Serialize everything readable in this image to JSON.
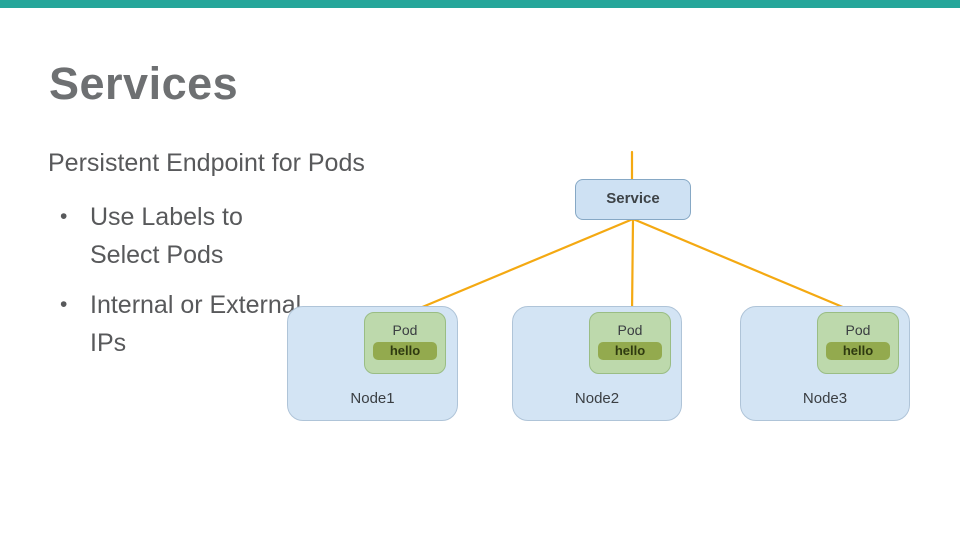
{
  "slide": {
    "title": "Services",
    "intro": "Persistent Endpoint for Pods",
    "bullet_char": "•",
    "bullets": [
      {
        "label": "Use Labels to Select Pods"
      },
      {
        "label": "Internal or External IPs"
      }
    ],
    "accent_bar_color": "#26A69A",
    "title_color": "#6E7072",
    "body_text_color": "#58595B"
  },
  "diagram": {
    "service": {
      "label": "Service"
    },
    "nodes": [
      {
        "name": "Node1",
        "pod": {
          "label": "Pod",
          "badge": "hello"
        }
      },
      {
        "name": "Node2",
        "pod": {
          "label": "Pod",
          "badge": "hello"
        }
      },
      {
        "name": "Node3",
        "pod": {
          "label": "Pod",
          "badge": "hello"
        }
      }
    ],
    "colors": {
      "connector_line": "#F4A912",
      "node_fill": "#D3E4F4",
      "node_border": "#AFC4D8",
      "service_fill": "#CEE1F3",
      "service_border": "#86A8C5",
      "pod_fill": "#BDD9AC",
      "pod_border": "#9ABD84",
      "badge_fill": "#93AA4E"
    }
  }
}
